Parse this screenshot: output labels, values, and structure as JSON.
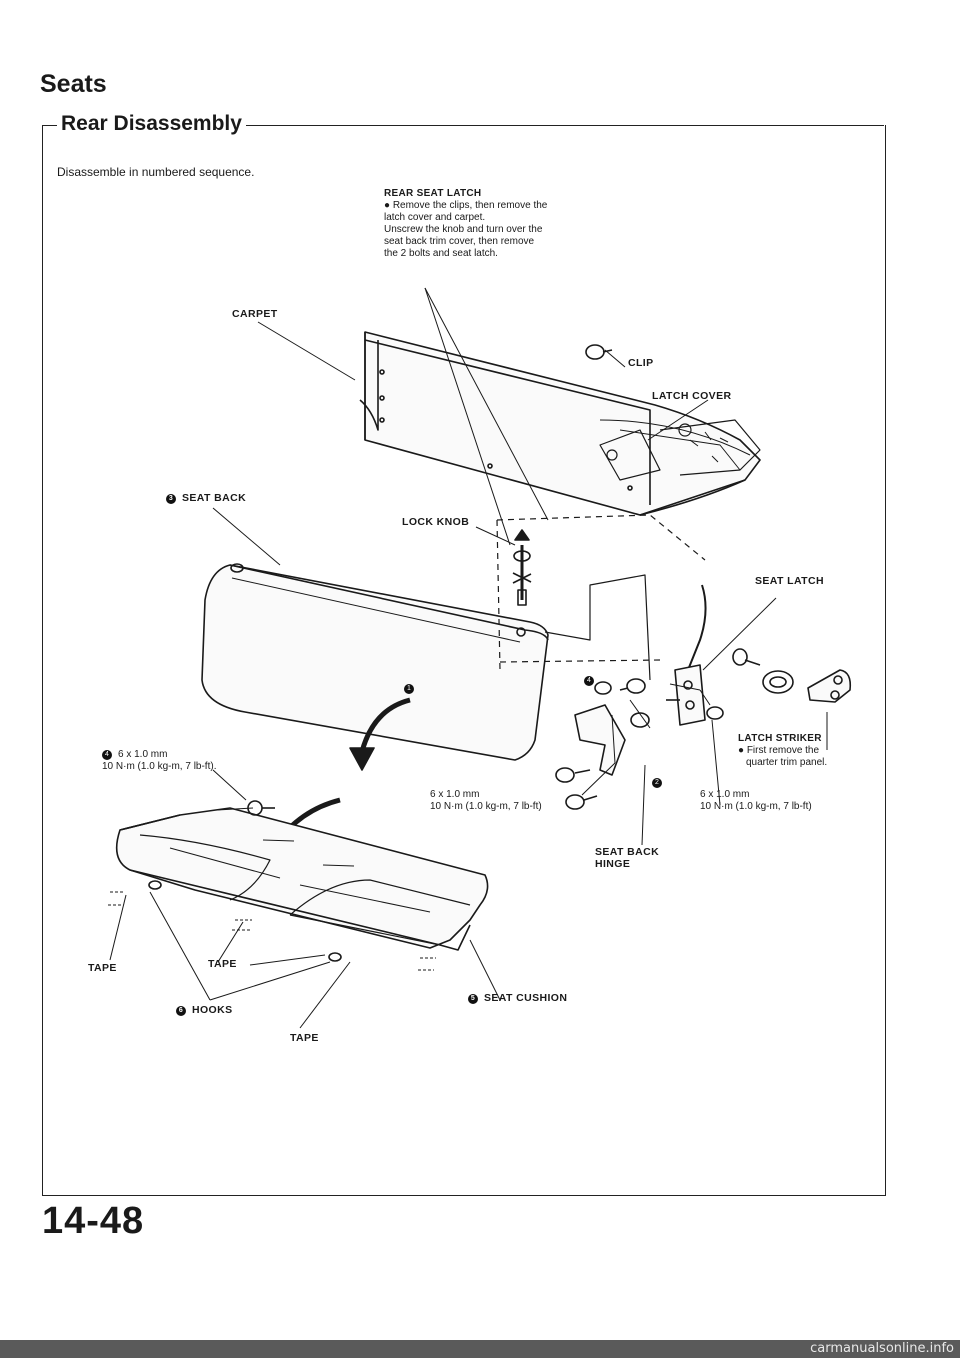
{
  "header": {
    "section_title": "Seats",
    "subsection_title": "Rear Disassembly",
    "instruction": "Disassemble in numbered sequence."
  },
  "note_rear_latch": {
    "title": "REAR SEAT LATCH",
    "lines": [
      "● Remove the clips, then remove the",
      "latch cover and carpet.",
      "Unscrew the knob and turn over the",
      "seat back trim cover, then remove",
      "the 2 bolts and seat latch."
    ]
  },
  "labels": {
    "carpet": "CARPET",
    "clip": "CLIP",
    "latch_cover": "LATCH COVER",
    "seat_back": "SEAT BACK",
    "lock_knob": "LOCK KNOB",
    "seat_latch": "SEAT LATCH",
    "latch_striker": "LATCH STRIKER",
    "latch_striker_note_1": "● First remove the",
    "latch_striker_note_2": "quarter trim panel.",
    "seat_back_hinge_1": "SEAT BACK",
    "seat_back_hinge_2": "HINGE",
    "tape": "TAPE",
    "hooks": "HOOKS",
    "seat_cushion": "SEAT CUSHION"
  },
  "torques": {
    "left_size": "6 x 1.0 mm",
    "left_value": "10 N·m (1.0 kg-m, 7 lb-ft).",
    "center_size": "6 x 1.0 mm",
    "center_value": "10 N·m (1.0 kg-m, 7 lb-ft)",
    "right_size": "6 x 1.0 mm",
    "right_value": "10 N·m (1.0 kg-m, 7 lb-ft)"
  },
  "steps": {
    "seat_back": "3",
    "bolts": "4",
    "hinge": "2",
    "latch_arrow": "1",
    "seat_cushion": "5",
    "hooks": "6"
  },
  "footer": {
    "page_number": "14-48",
    "watermark": "carmanualsonline.info"
  }
}
